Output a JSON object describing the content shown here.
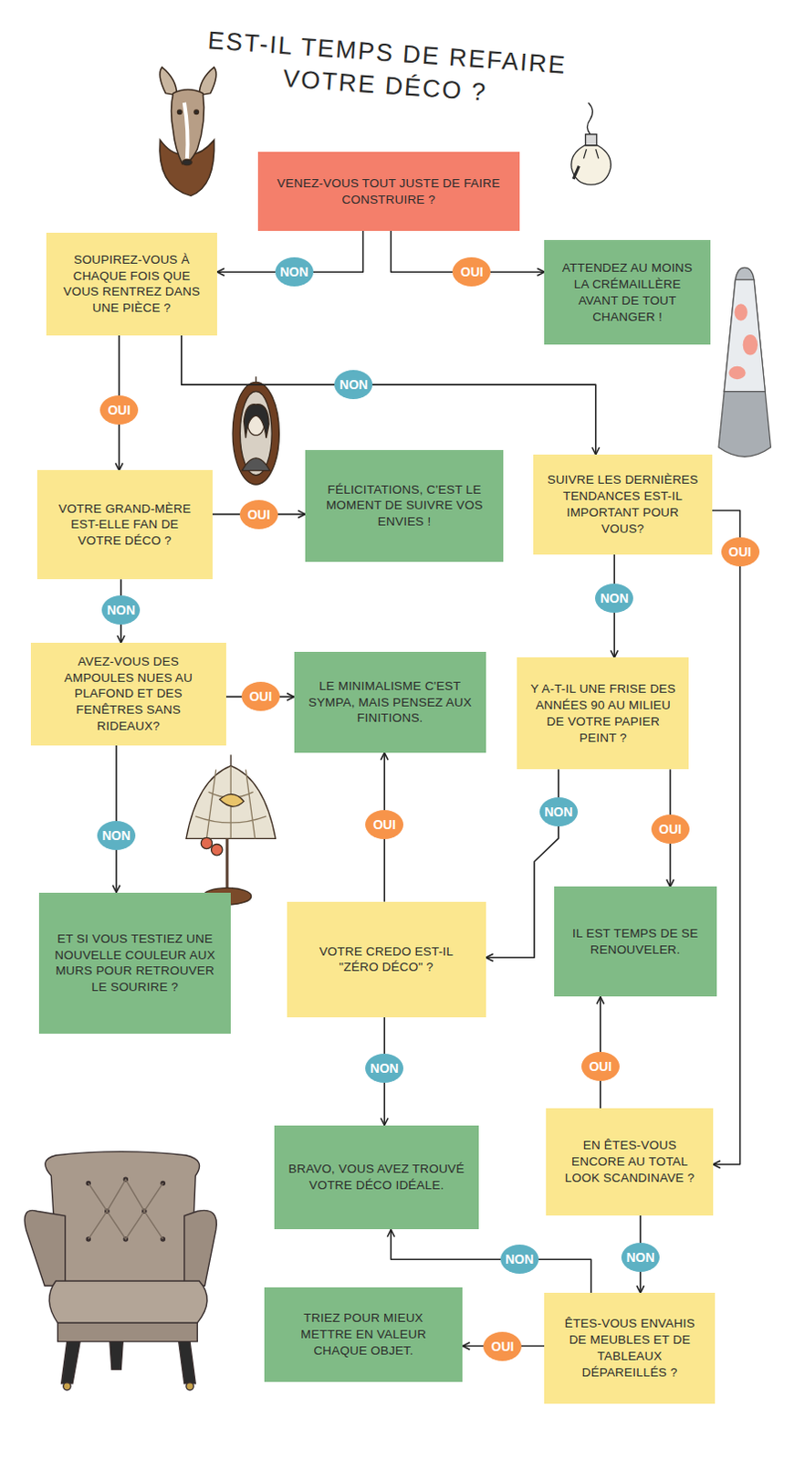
{
  "diagram": {
    "title": "EST-IL TEMPS DE REFAIRE VOTRE DÉCO ?",
    "nodes": [
      {
        "text": [
          "VENEZ-VOUS TOUT JUSTE DE FAIRE CONSTRUIRE ?"
        ]
      },
      {
        "text": [
          "SOUPIREZ-VOUS À CHAQUE FOIS QUE VOUS RENTREZ DANS UNE PIÈCE ?"
        ]
      },
      {
        "text": [
          "ATTENDEZ AU MOINS LA CRÉMAILLÈRE AVANT DE TOUT CHANGER !"
        ]
      },
      {
        "text": [
          "VOTRE GRAND-MÈRE EST-ELLE FAN DE VOTRE DÉCO ?"
        ]
      },
      {
        "text": [
          "FÉLICITATIONS, C'EST LE MOMENT DE SUIVRE VOS ENVIES !"
        ]
      },
      {
        "text": [
          "SUIVRE LES DERNIÈRES TENDANCES EST-IL IMPORTANT POUR VOUS?"
        ]
      },
      {
        "text": [
          "AVEZ-VOUS DES AMPOULES NUES AU PLAFOND ET DES FENÊTRES SANS RIDEAUX?"
        ]
      },
      {
        "text": [
          "LE MINIMALISME C'EST SYMPA, MAIS PENSEZ AUX FINITIONS."
        ]
      },
      {
        "text": [
          "Y A-T-IL UNE FRISE DES ANNÉES 90 AU MILIEU DE VOTRE PAPIER PEINT ?"
        ]
      },
      {
        "text": [
          "ET SI VOUS TESTIEZ UNE NOUVELLE COULEUR AUX MURS POUR RETROUVER LE SOURIRE ?"
        ]
      },
      {
        "text": [
          "VOTRE CREDO EST-IL \"ZÉRO DÉCO\" ?"
        ]
      },
      {
        "text": [
          "IL EST TEMPS DE SE RENOUVELER."
        ]
      },
      {
        "text": [
          "BRAVO, VOUS AVEZ TROUVÉ VOTRE DÉCO IDÉALE."
        ]
      },
      {
        "text": [
          "EN ÊTES-VOUS ENCORE AU TOTAL LOOK SCANDINAVE ?"
        ]
      },
      {
        "text": [
          "TRIEZ POUR MIEUX METTRE EN VALEUR CHAQUE OBJET."
        ]
      },
      {
        "text": [
          "ÊTES-VOUS ENVAHIS DE MEUBLES ET DE TABLEAUX DÉPAREILLÉS ?"
        ]
      }
    ],
    "edges": [
      {
        "from": 0,
        "to": 1,
        "label": "NON",
        "arrow": "to"
      },
      {
        "from": 0,
        "to": 2,
        "label": "OUI",
        "arrow": "to"
      },
      {
        "from": 1,
        "to": 3,
        "label": "OUI",
        "arrow": "to"
      },
      {
        "from": 1,
        "to": 5,
        "label": "NON",
        "arrow": "to"
      },
      {
        "from": 3,
        "to": 4,
        "label": "OUI",
        "arrow": "to"
      },
      {
        "from": 3,
        "to": 6,
        "label": "NON",
        "arrow": "to"
      },
      {
        "from": 5,
        "to": 13,
        "label": "OUI",
        "arrow": "to"
      },
      {
        "from": 5,
        "to": 8,
        "label": "NON",
        "arrow": "to"
      },
      {
        "from": 6,
        "to": 7,
        "label": "OUI",
        "arrow": "to"
      },
      {
        "from": 6,
        "to": 9,
        "label": "NON",
        "arrow": "to"
      },
      {
        "from": 8,
        "to": 10,
        "label": "NON",
        "arrow": "to"
      },
      {
        "from": 8,
        "to": 11,
        "label": "OUI",
        "arrow": "to"
      },
      {
        "from": 10,
        "to": 7,
        "label": "OUI",
        "arrow": "to"
      },
      {
        "from": 10,
        "to": 12,
        "label": "NON",
        "arrow": "to"
      },
      {
        "from": 13,
        "to": 11,
        "label": "OUI",
        "arrow": "to"
      },
      {
        "from": 13,
        "to": 15,
        "label": "NON",
        "arrow": "to"
      },
      {
        "from": 15,
        "to": 12,
        "label": "NON",
        "arrow": "to"
      },
      {
        "from": 15,
        "to": 14,
        "label": "OUI",
        "arrow": "to"
      }
    ]
  }
}
